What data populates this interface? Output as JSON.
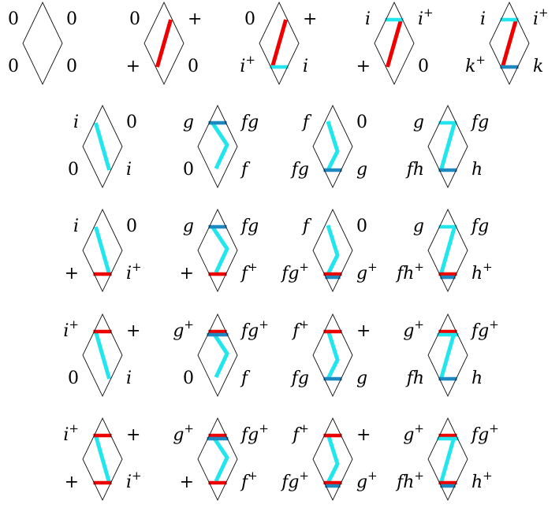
{
  "colors": {
    "outline": "#111111",
    "red": "#ee0000",
    "cyan": "#22e6ee",
    "blue": "#1e88c0"
  },
  "tiles": [
    {
      "id": "r1c1",
      "labels": {
        "tl": "0",
        "tr": "0",
        "bl": "0",
        "br": "0"
      },
      "bars": [],
      "paths": []
    },
    {
      "id": "r1c2",
      "labels": {
        "tl": "0",
        "tr": "+",
        "bl": "+",
        "br": "0"
      },
      "bars": [],
      "paths": [
        {
          "kind": "diag",
          "color": "red"
        }
      ]
    },
    {
      "id": "r1c3",
      "labels": {
        "tl": "0",
        "tr": "+",
        "bl": "i+",
        "br": "i"
      },
      "bars": [
        {
          "pos": "bottom",
          "color": "cyan"
        }
      ],
      "paths": [
        {
          "kind": "diag",
          "color": "red"
        }
      ]
    },
    {
      "id": "r1c4",
      "labels": {
        "tl": "i",
        "tr": "i+",
        "bl": "+",
        "br": "0"
      },
      "bars": [
        {
          "pos": "top",
          "color": "cyan"
        }
      ],
      "paths": [
        {
          "kind": "diag",
          "color": "red"
        }
      ]
    },
    {
      "id": "r1c5",
      "labels": {
        "tl": "i",
        "tr": "i+",
        "bl": "k+",
        "br": "k"
      },
      "bars": [
        {
          "pos": "top",
          "color": "cyan"
        },
        {
          "pos": "bottom",
          "color": "blue"
        }
      ],
      "paths": [
        {
          "kind": "diag",
          "color": "red"
        }
      ]
    },
    {
      "id": "r2c1",
      "labels": {
        "tl": "i",
        "tr": "0",
        "bl": "0",
        "br": "i"
      },
      "bars": [],
      "paths": [
        {
          "kind": "anti",
          "color": "cyan"
        }
      ]
    },
    {
      "id": "r2c2",
      "labels": {
        "tl": "g",
        "tr": "fg",
        "bl": "0",
        "br": "f"
      },
      "bars": [
        {
          "pos": "top",
          "color": "blue"
        }
      ],
      "paths": [
        {
          "kind": "vee",
          "color": "cyan"
        }
      ]
    },
    {
      "id": "r2c3",
      "labels": {
        "tl": "f",
        "tr": "0",
        "bl": "fg",
        "br": "g"
      },
      "bars": [
        {
          "pos": "bottom",
          "color": "blue"
        }
      ],
      "paths": [
        {
          "kind": "bend",
          "color": "cyan"
        }
      ]
    },
    {
      "id": "r2c4",
      "labels": {
        "tl": "g",
        "tr": "fg",
        "bl": "fh",
        "br": "h"
      },
      "bars": [
        {
          "pos": "top",
          "color": "cyan"
        },
        {
          "pos": "bottom",
          "color": "blue"
        }
      ],
      "paths": [
        {
          "kind": "diag",
          "color": "cyan"
        }
      ]
    },
    {
      "id": "r3c1",
      "labels": {
        "tl": "i",
        "tr": "0",
        "bl": "+",
        "br": "i+"
      },
      "bars": [
        {
          "pos": "bottom",
          "color": "red"
        }
      ],
      "paths": [
        {
          "kind": "anti",
          "color": "cyan"
        }
      ]
    },
    {
      "id": "r3c2",
      "labels": {
        "tl": "g",
        "tr": "fg",
        "bl": "+",
        "br": "f+"
      },
      "bars": [
        {
          "pos": "top",
          "color": "blue"
        },
        {
          "pos": "bottom",
          "color": "red"
        }
      ],
      "paths": [
        {
          "kind": "vee",
          "color": "cyan"
        }
      ]
    },
    {
      "id": "r3c3",
      "labels": {
        "tl": "f",
        "tr": "0",
        "bl": "fg+",
        "br": "g+"
      },
      "bars": [
        {
          "pos": "bottom",
          "color": "red"
        },
        {
          "pos": "bottom2",
          "color": "blue"
        }
      ],
      "paths": [
        {
          "kind": "bend",
          "color": "cyan"
        }
      ]
    },
    {
      "id": "r3c4",
      "labels": {
        "tl": "g",
        "tr": "fg",
        "bl": "fh+",
        "br": "h+"
      },
      "bars": [
        {
          "pos": "top",
          "color": "cyan"
        },
        {
          "pos": "bottom",
          "color": "red"
        },
        {
          "pos": "bottom2",
          "color": "blue"
        }
      ],
      "paths": [
        {
          "kind": "diag",
          "color": "cyan"
        }
      ]
    },
    {
      "id": "r4c1",
      "labels": {
        "tl": "i+",
        "tr": "+",
        "bl": "0",
        "br": "i"
      },
      "bars": [
        {
          "pos": "top",
          "color": "red"
        }
      ],
      "paths": [
        {
          "kind": "anti",
          "color": "cyan"
        }
      ]
    },
    {
      "id": "r4c2",
      "labels": {
        "tl": "g+",
        "tr": "fg+",
        "bl": "0",
        "br": "f"
      },
      "bars": [
        {
          "pos": "top",
          "color": "red"
        },
        {
          "pos": "top2",
          "color": "blue"
        }
      ],
      "paths": [
        {
          "kind": "vee",
          "color": "cyan"
        }
      ]
    },
    {
      "id": "r4c3",
      "labels": {
        "tl": "f+",
        "tr": "+",
        "bl": "fg",
        "br": "g"
      },
      "bars": [
        {
          "pos": "top",
          "color": "red"
        },
        {
          "pos": "bottom",
          "color": "blue"
        }
      ],
      "paths": [
        {
          "kind": "bend",
          "color": "cyan"
        }
      ]
    },
    {
      "id": "r4c4",
      "labels": {
        "tl": "g+",
        "tr": "fg+",
        "bl": "fh",
        "br": "h"
      },
      "bars": [
        {
          "pos": "top",
          "color": "red"
        },
        {
          "pos": "top2",
          "color": "cyan"
        },
        {
          "pos": "bottom",
          "color": "blue"
        }
      ],
      "paths": [
        {
          "kind": "diag",
          "color": "cyan"
        }
      ]
    },
    {
      "id": "r5c1",
      "labels": {
        "tl": "i+",
        "tr": "+",
        "bl": "+",
        "br": "i+"
      },
      "bars": [
        {
          "pos": "top",
          "color": "red"
        },
        {
          "pos": "bottom",
          "color": "red"
        }
      ],
      "paths": [
        {
          "kind": "anti",
          "color": "cyan"
        }
      ]
    },
    {
      "id": "r5c2",
      "labels": {
        "tl": "g+",
        "tr": "fg+",
        "bl": "+",
        "br": "f+"
      },
      "bars": [
        {
          "pos": "top",
          "color": "red"
        },
        {
          "pos": "top2",
          "color": "blue"
        },
        {
          "pos": "bottom",
          "color": "red"
        }
      ],
      "paths": [
        {
          "kind": "vee",
          "color": "cyan"
        }
      ]
    },
    {
      "id": "r5c3",
      "labels": {
        "tl": "f+",
        "tr": "+",
        "bl": "fg+",
        "br": "g+"
      },
      "bars": [
        {
          "pos": "top",
          "color": "red"
        },
        {
          "pos": "bottom",
          "color": "red"
        },
        {
          "pos": "bottom2",
          "color": "blue"
        }
      ],
      "paths": [
        {
          "kind": "bend",
          "color": "cyan"
        }
      ]
    },
    {
      "id": "r5c4",
      "labels": {
        "tl": "g+",
        "tr": "fg+",
        "bl": "fh+",
        "br": "h+"
      },
      "bars": [
        {
          "pos": "top",
          "color": "red"
        },
        {
          "pos": "top2",
          "color": "cyan"
        },
        {
          "pos": "bottom",
          "color": "red"
        },
        {
          "pos": "bottom2",
          "color": "blue"
        }
      ],
      "paths": [
        {
          "kind": "diag",
          "color": "cyan"
        }
      ]
    }
  ]
}
